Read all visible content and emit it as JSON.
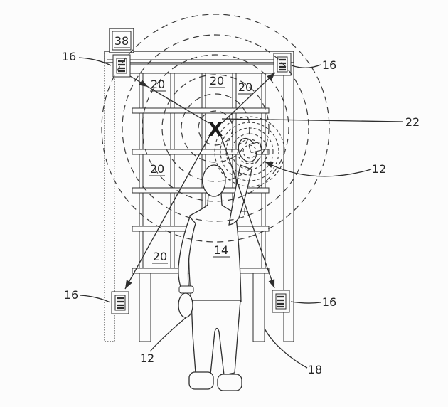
{
  "figure": {
    "type": "patent-line-drawing",
    "description": "Worker wearing RF tag reaching into inventory shelving unit; four RF sensors triangulate signal to X location",
    "background": "#fcfcfc",
    "ink_color": "#2e2e2e"
  },
  "labels": {
    "controller": "38",
    "rf_sensor": "16",
    "inventory_bin": "20",
    "item_location_x": "X",
    "location_estimate": "22",
    "rf_tag": "12",
    "worker": "14",
    "shelving_unit": "18"
  }
}
